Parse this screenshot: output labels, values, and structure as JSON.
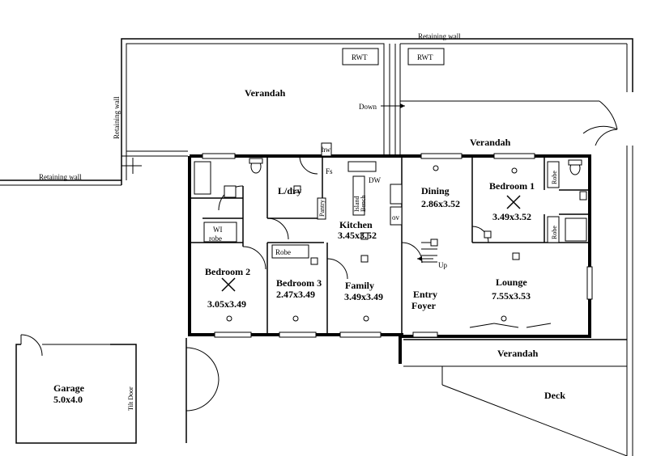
{
  "labels": {
    "retaining_wall_top": "Retaining wall",
    "retaining_wall_side": "Retaining wall",
    "retaining_wall_left": "Retaining wall",
    "rwt_1": "RWT",
    "rwt_2": "RWT",
    "verandah_top": "Verandah",
    "verandah_right": "Verandah",
    "verandah_bottom": "Verandah",
    "down": "Down",
    "hw": "hw",
    "fs": "Fs",
    "dw": "DW",
    "ov": "ov",
    "pantry": "Pantry",
    "island_bench_1": "Island",
    "island_bench_2": "Bench",
    "ldry": "L/dry",
    "kitchen": "Kitchen",
    "kitchen_dim": "3.45x3.52",
    "dining": "Dining",
    "dining_dim": "2.86x3.52",
    "bedroom1": "Bedroom 1",
    "bedroom1_dim": "3.49x3.52",
    "robe_b1_top": "Robe",
    "robe_b1_bottom": "Robe",
    "wi_robe_1": "WI",
    "wi_robe_2": "robe",
    "robe_b3": "Robe",
    "bedroom2": "Bedroom 2",
    "bedroom2_dim": "3.05x3.49",
    "bedroom3": "Bedroom 3",
    "bedroom3_dim": "2.47x3.49",
    "family": "Family",
    "family_dim": "3.49x3.49",
    "entry_1": "Entry",
    "entry_2": "Foyer",
    "up": "Up",
    "lounge": "Lounge",
    "lounge_dim": "7.55x3.53",
    "deck": "Deck",
    "garage": "Garage",
    "garage_dim": "5.0x4.0",
    "tilt_door": "Tilt Door"
  }
}
